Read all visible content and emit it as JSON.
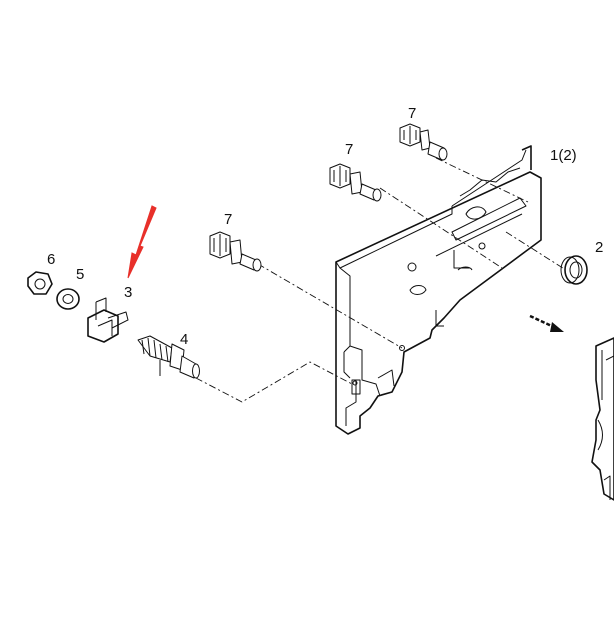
{
  "callouts": {
    "c7a": "7",
    "c7b": "7",
    "c7c": "7",
    "c1": "1(2)",
    "c2": "2",
    "c6": "6",
    "c5": "5",
    "c3": "3",
    "c4": "4"
  },
  "highlight": {
    "arrow_color": "#e8302a"
  }
}
